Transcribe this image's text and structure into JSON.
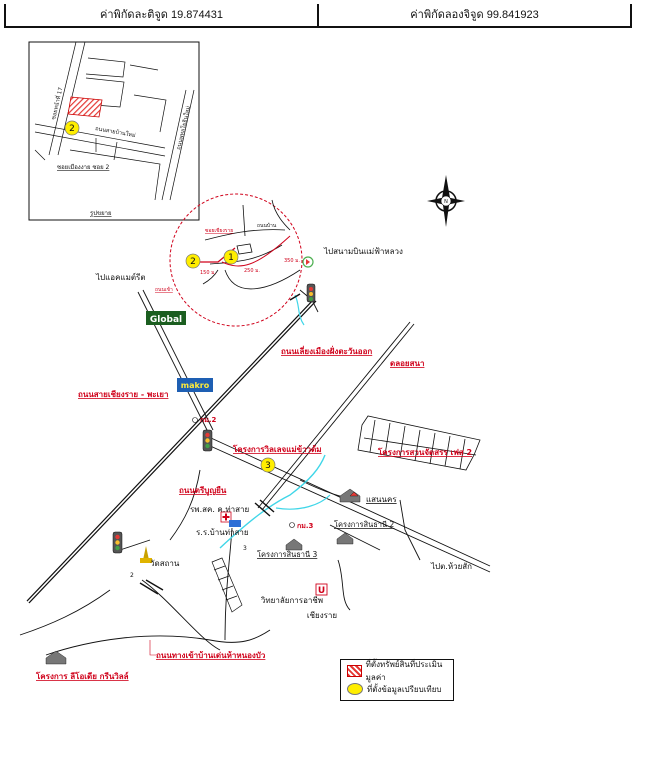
{
  "header": {
    "latitude": "ค่าพิกัดละติจูด 19.874431",
    "longitude": "ค่าพิกัดลองจิจูด 99.841923"
  },
  "inset": {
    "title": "รูปขยาย",
    "street_north": "ซอยหน้าที่ 17",
    "street_east": "ถนนพหลโยธินใหม่",
    "street_mid": "ถนนสายบ้านใหม่",
    "street_south": "ซอยเมืองงาย ซอย 2",
    "marker": "2"
  },
  "map": {
    "to_airport": "ไปสนามบินแม่ฟ้าหลวง",
    "to_airport_left": "ไปแอคแมต์รีต",
    "global_house": "Global",
    "makro": "makro",
    "eastern_bypass": "ถนนเลี่ยงเมืองฝั่งตะวันออก",
    "chiangrai_phayao_rd": "ถนนสายเชียงราย - พะเยา",
    "km2": "กม.2",
    "km3": "กม.3",
    "ban_du": "โครงการวิลเลจแม่ข้าวต้ม",
    "village_a": "โครงการสวนจัดสรร เฟส 2",
    "chiangrai_buddhism": "ดลอยสนา",
    "ban_ruam": "แสนนคร",
    "project_sinthani2": "โครงการสินธานี 2",
    "project_sinthani3": "โครงการสินธานี 3",
    "hospital": "รพ.สค. ค.ท่าสาย",
    "school": "ร.ร.บ้านท่าสาย",
    "bangkok_road": "ถนนตรีบูญยืน",
    "temple": "วัดสถาน",
    "college": "วิทยาลัยการอาชีพ",
    "college2": "เชียงราย",
    "to_huaysak": "ไปต.ห้วยสัก",
    "inner_road": "ถนนทางเข้าบ้านเด่นห้าหนองบัว",
    "green_project": "โครงการ ลีโอเดีย กรีนวิลล์",
    "ring_label_a": "ถนนบ้าน",
    "ring_label_b": "ซอยเชียงราย",
    "ring_label_c": "ถนนเข้า",
    "dist_a": "350 ม.",
    "dist_b": "250 ม.",
    "dist_c": "150 ม.",
    "road_2": "2",
    "road_3": "3",
    "marker_1": "1",
    "marker_2": "2",
    "marker_3": "3"
  },
  "legend": {
    "hatch_label": "ที่ตั้งทรัพย์สินที่ประเมินมูลค่า",
    "dot_label": "ที่ตั้งข้อมูลเปรียบเทียบ"
  },
  "colors": {
    "accent_red": "#d0021b",
    "marker_yellow": "#ffee00",
    "river": "#3fd6e8"
  }
}
